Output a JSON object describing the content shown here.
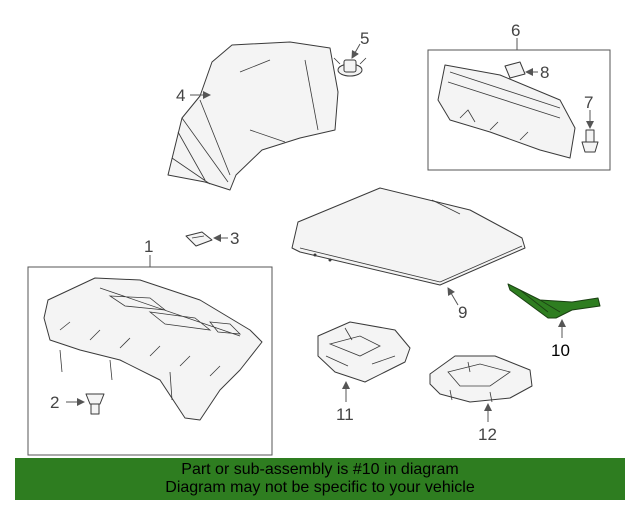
{
  "diagram": {
    "highlight_color": "#2e7d20",
    "callouts": {
      "c1": "1",
      "c2": "2",
      "c3": "3",
      "c4": "4",
      "c5": "5",
      "c6": "6",
      "c7": "7",
      "c8": "8",
      "c9": "9",
      "c10": "10",
      "c11": "11",
      "c12": "12"
    },
    "highlighted_part": "10"
  },
  "banner": {
    "line1": "Part or sub-assembly is #10 in diagram",
    "line2": "Diagram may not be specific to your vehicle",
    "background": "#2e7d20"
  }
}
